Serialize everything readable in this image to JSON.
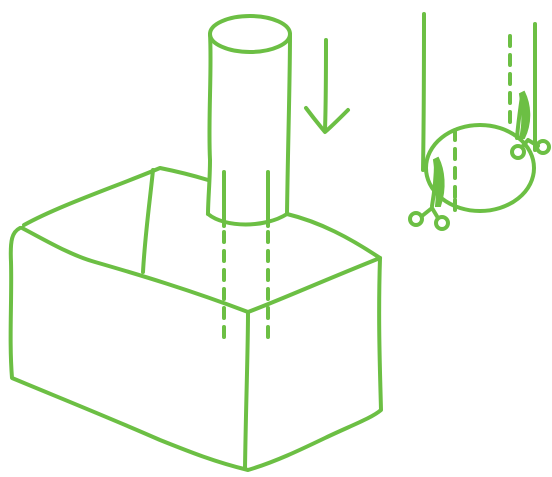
{
  "colors": {
    "line": "#6cbf44",
    "background": "#ffffff"
  },
  "illustration": {
    "parts": [
      "box-with-tube",
      "down-arrow",
      "tube-cut-detail",
      "scissors-icon"
    ]
  }
}
